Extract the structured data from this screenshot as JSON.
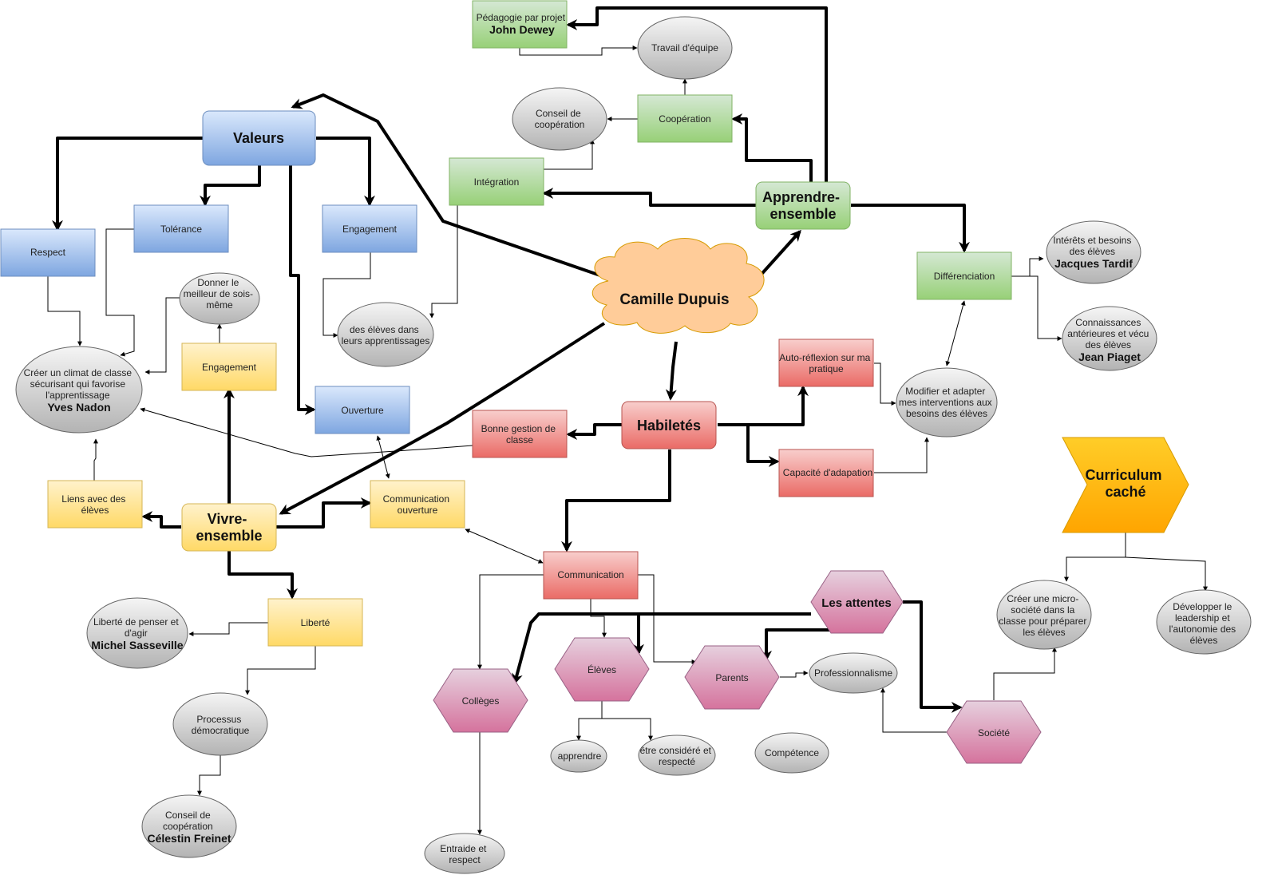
{
  "center": "Camille Dupuis",
  "hub_valeurs": "Valeurs",
  "hub_apprendre": [
    "Apprendre-",
    "ensemble"
  ],
  "hub_vivre": [
    "Vivre-",
    "ensemble"
  ],
  "hub_habiletes": "Habiletés",
  "hub_attentes": "Les attentes",
  "curriculum": [
    "Curriculum",
    "caché"
  ],
  "valeurs": {
    "respect": "Respect",
    "tolerance": "Tolérance",
    "engagement": "Engagement",
    "ouverture": "Ouverture",
    "donner_meilleur": [
      "Donner le",
      "meilleur de sois-",
      "même"
    ],
    "climat": [
      "Créer un climat de classe",
      "sécurisant qui favorise",
      "l'apprentissage"
    ],
    "climat_author": "Yves Nadon",
    "eleves_apprentissages": [
      "des élèves dans",
      "leurs apprentissages"
    ]
  },
  "apprendre": {
    "pedagogie": "Pédagogie par projet",
    "pedagogie_author": "John Dewey",
    "travail_equipe": "Travail d'équipe",
    "conseil_cooperation": [
      "Conseil de",
      "coopération"
    ],
    "cooperation": "Coopération",
    "integration": "Intégration",
    "differenciation": "Différenciation",
    "interets": [
      "Intérêts et besoins",
      "des élèves"
    ],
    "interets_author": "Jacques Tardif",
    "connaissances": [
      "Connaissances",
      "antérieures et vécu",
      "des élèves"
    ],
    "connaissances_author": "Jean Piaget"
  },
  "vivre": {
    "engagement": "Engagement",
    "liens": [
      "Liens avec des",
      "élèves"
    ],
    "communication_ouverture": [
      "Communication",
      "ouverture"
    ],
    "liberte": "Liberté",
    "liberte_penser": [
      "Liberté de penser et",
      "d'agir"
    ],
    "liberte_author": "Michel Sasseville",
    "processus": [
      "Processus",
      "démocratique"
    ],
    "conseil": [
      "Conseil de",
      "coopération"
    ],
    "conseil_author": "Célestin Freinet"
  },
  "habiletes": {
    "bonne_gestion": [
      "Bonne gestion de",
      "classe"
    ],
    "auto_reflexion": [
      "Auto-réflexion sur ma",
      "pratique"
    ],
    "capacite": "Capacité d'adapation",
    "modifier": [
      "Modifier et adapter",
      "mes interventions aux",
      "besoins des élèves"
    ],
    "communication": "Communication"
  },
  "attentes": {
    "colleges": "Collèges",
    "eleves": "Élèves",
    "parents": "Parents",
    "societe": "Société",
    "professionnalisme": "Professionnalisme",
    "competence": "Compétence",
    "apprendre": "apprendre",
    "etre_considere": [
      "être considéré et",
      "respecté"
    ],
    "entraide": [
      "Entraide et",
      "respect"
    ]
  },
  "curriculum_items": {
    "micro_societe": [
      "Créer une micro-",
      "société dans la",
      "classe pour préparer",
      "les élèves"
    ],
    "leadership": [
      "Développer le",
      "leadership et",
      "l'autonomie des",
      "élèves"
    ]
  },
  "colors": {
    "blue": "#7ea6e0",
    "green": "#97d077",
    "yellow": "#ffd966",
    "red": "#ea6b66",
    "pink": "#d5739d",
    "gray": "#bdbdbd",
    "cloud": "#ffcc99",
    "curriculum": "#ffa500"
  }
}
